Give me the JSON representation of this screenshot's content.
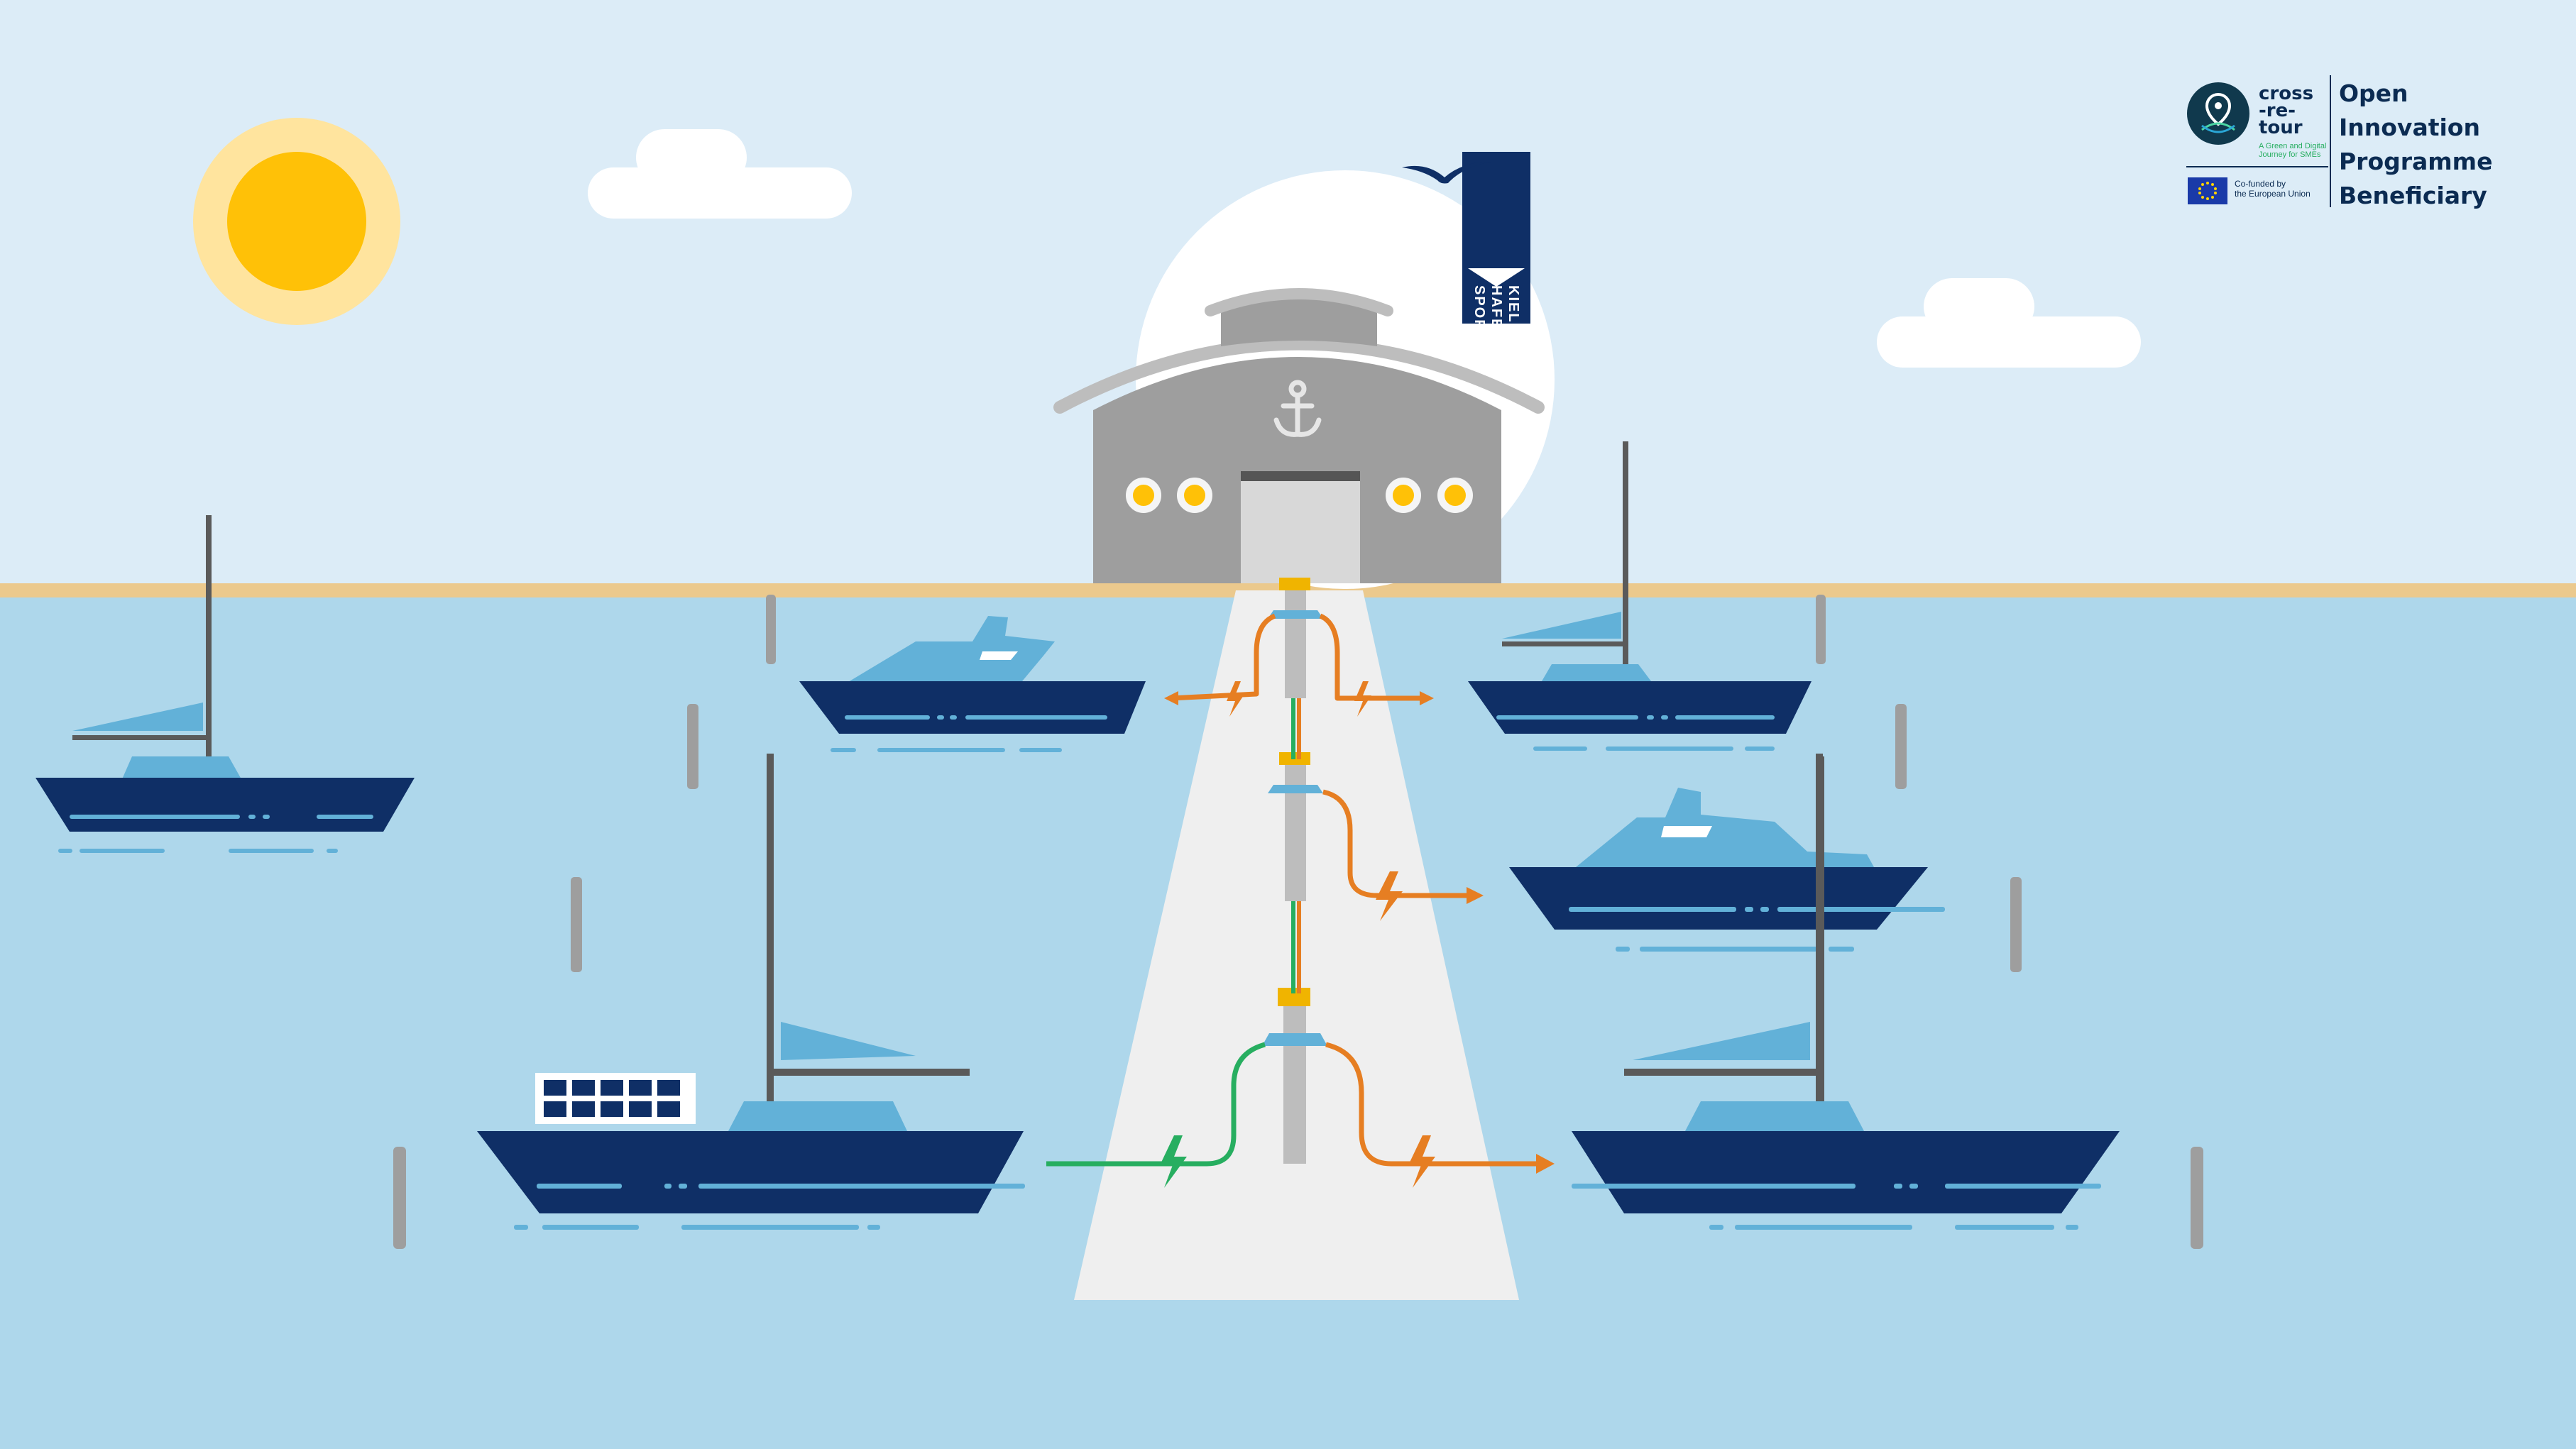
{
  "flag": {
    "text": "SPORT HAFEN KIEL",
    "line1": "SPORT",
    "line2": "HAFEN",
    "line3": "KIEL"
  },
  "branding": {
    "logo_title": [
      "cross",
      "-re-",
      "tour"
    ],
    "logo_tagline": [
      "A Green and Digital",
      "Journey for SMEs"
    ],
    "eu_label": [
      "Co-funded by",
      "the European Union"
    ],
    "programme_label": [
      "Open",
      "Innovation",
      "Programme",
      "Beneficiary"
    ]
  },
  "colors": {
    "sky": "#dcecf7",
    "water": "#aed7eb",
    "sand": "#ebc98d",
    "navy": "#0f2f66",
    "light_blue": "#62b1d8",
    "pier": "#efefef",
    "building": "#9e9e9e",
    "sun": "#ffc107",
    "power_orange": "#e67e22",
    "power_green": "#27ae60"
  }
}
